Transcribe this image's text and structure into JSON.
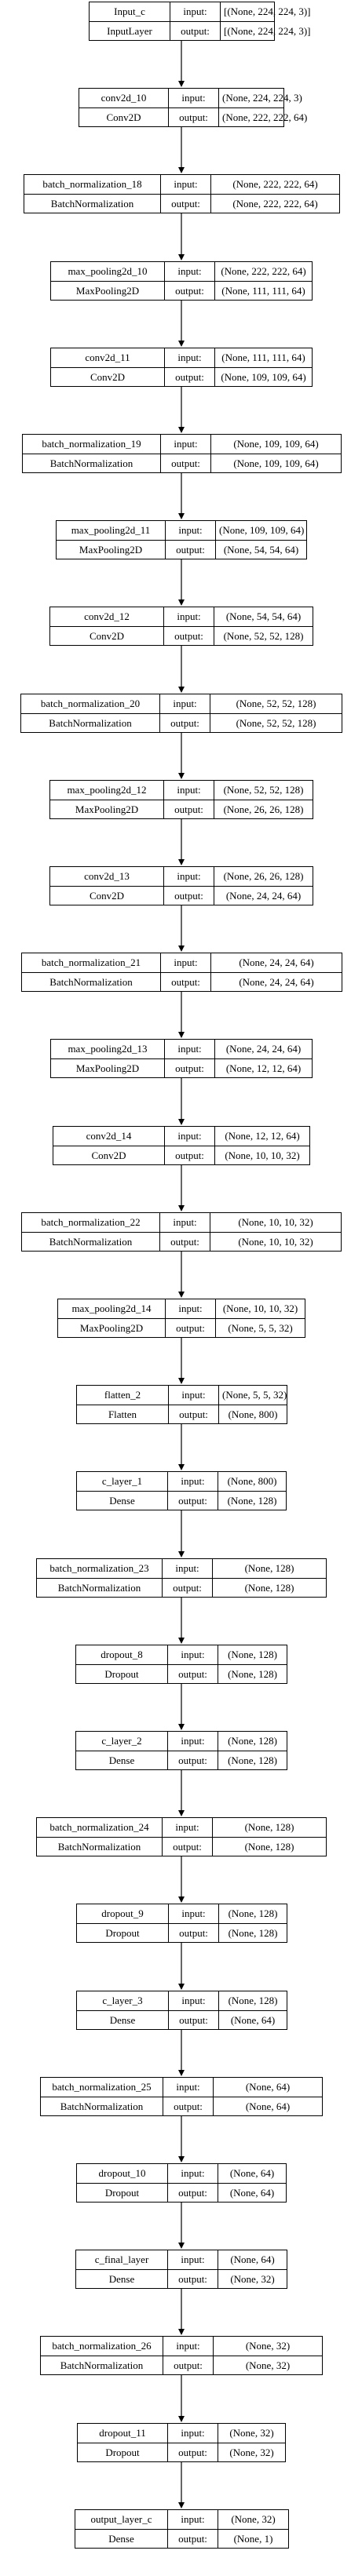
{
  "diagram": {
    "labels": {
      "input": "input:",
      "output": "output:"
    },
    "layers": [
      {
        "name": "Input_c",
        "type": "InputLayer",
        "input": "[(None, 224, 224, 3)]",
        "output": "[(None, 224, 224, 3)]"
      },
      {
        "name": "conv2d_10",
        "type": "Conv2D",
        "input": "(None, 224, 224, 3)",
        "output": "(None, 222, 222, 64)"
      },
      {
        "name": "batch_normalization_18",
        "type": "BatchNormalization",
        "input": "(None, 222, 222, 64)",
        "output": "(None, 222, 222, 64)"
      },
      {
        "name": "max_pooling2d_10",
        "type": "MaxPooling2D",
        "input": "(None, 222, 222, 64)",
        "output": "(None, 111, 111, 64)"
      },
      {
        "name": "conv2d_11",
        "type": "Conv2D",
        "input": "(None, 111, 111, 64)",
        "output": "(None, 109, 109, 64)"
      },
      {
        "name": "batch_normalization_19",
        "type": "BatchNormalization",
        "input": "(None, 109, 109, 64)",
        "output": "(None, 109, 109, 64)"
      },
      {
        "name": "max_pooling2d_11",
        "type": "MaxPooling2D",
        "input": "(None, 109, 109, 64)",
        "output": "(None, 54, 54, 64)"
      },
      {
        "name": "conv2d_12",
        "type": "Conv2D",
        "input": "(None, 54, 54, 64)",
        "output": "(None, 52, 52, 128)"
      },
      {
        "name": "batch_normalization_20",
        "type": "BatchNormalization",
        "input": "(None, 52, 52, 128)",
        "output": "(None, 52, 52, 128)"
      },
      {
        "name": "max_pooling2d_12",
        "type": "MaxPooling2D",
        "input": "(None, 52, 52, 128)",
        "output": "(None, 26, 26, 128)"
      },
      {
        "name": "conv2d_13",
        "type": "Conv2D",
        "input": "(None, 26, 26, 128)",
        "output": "(None, 24, 24, 64)"
      },
      {
        "name": "batch_normalization_21",
        "type": "BatchNormalization",
        "input": "(None, 24, 24, 64)",
        "output": "(None, 24, 24, 64)"
      },
      {
        "name": "max_pooling2d_13",
        "type": "MaxPooling2D",
        "input": "(None, 24, 24, 64)",
        "output": "(None, 12, 12, 64)"
      },
      {
        "name": "conv2d_14",
        "type": "Conv2D",
        "input": "(None, 12, 12, 64)",
        "output": "(None, 10, 10, 32)"
      },
      {
        "name": "batch_normalization_22",
        "type": "BatchNormalization",
        "input": "(None, 10, 10, 32)",
        "output": "(None, 10, 10, 32)"
      },
      {
        "name": "max_pooling2d_14",
        "type": "MaxPooling2D",
        "input": "(None, 10, 10, 32)",
        "output": "(None, 5, 5, 32)"
      },
      {
        "name": "flatten_2",
        "type": "Flatten",
        "input": "(None, 5, 5, 32)",
        "output": "(None, 800)"
      },
      {
        "name": "c_layer_1",
        "type": "Dense",
        "input": "(None, 800)",
        "output": "(None, 128)"
      },
      {
        "name": "batch_normalization_23",
        "type": "BatchNormalization",
        "input": "(None, 128)",
        "output": "(None, 128)"
      },
      {
        "name": "dropout_8",
        "type": "Dropout",
        "input": "(None, 128)",
        "output": "(None, 128)"
      },
      {
        "name": "c_layer_2",
        "type": "Dense",
        "input": "(None, 128)",
        "output": "(None, 128)"
      },
      {
        "name": "batch_normalization_24",
        "type": "BatchNormalization",
        "input": "(None, 128)",
        "output": "(None, 128)"
      },
      {
        "name": "dropout_9",
        "type": "Dropout",
        "input": "(None, 128)",
        "output": "(None, 128)"
      },
      {
        "name": "c_layer_3",
        "type": "Dense",
        "input": "(None, 128)",
        "output": "(None, 64)"
      },
      {
        "name": "batch_normalization_25",
        "type": "BatchNormalization",
        "input": "(None, 64)",
        "output": "(None, 64)"
      },
      {
        "name": "dropout_10",
        "type": "Dropout",
        "input": "(None, 64)",
        "output": "(None, 64)"
      },
      {
        "name": "c_final_layer",
        "type": "Dense",
        "input": "(None, 64)",
        "output": "(None, 32)"
      },
      {
        "name": "batch_normalization_26",
        "type": "BatchNormalization",
        "input": "(None, 32)",
        "output": "(None, 32)"
      },
      {
        "name": "dropout_11",
        "type": "Dropout",
        "input": "(None, 32)",
        "output": "(None, 32)"
      },
      {
        "name": "output_layer_c",
        "type": "Dense",
        "input": "(None, 32)",
        "output": "(None, 1)"
      }
    ]
  }
}
